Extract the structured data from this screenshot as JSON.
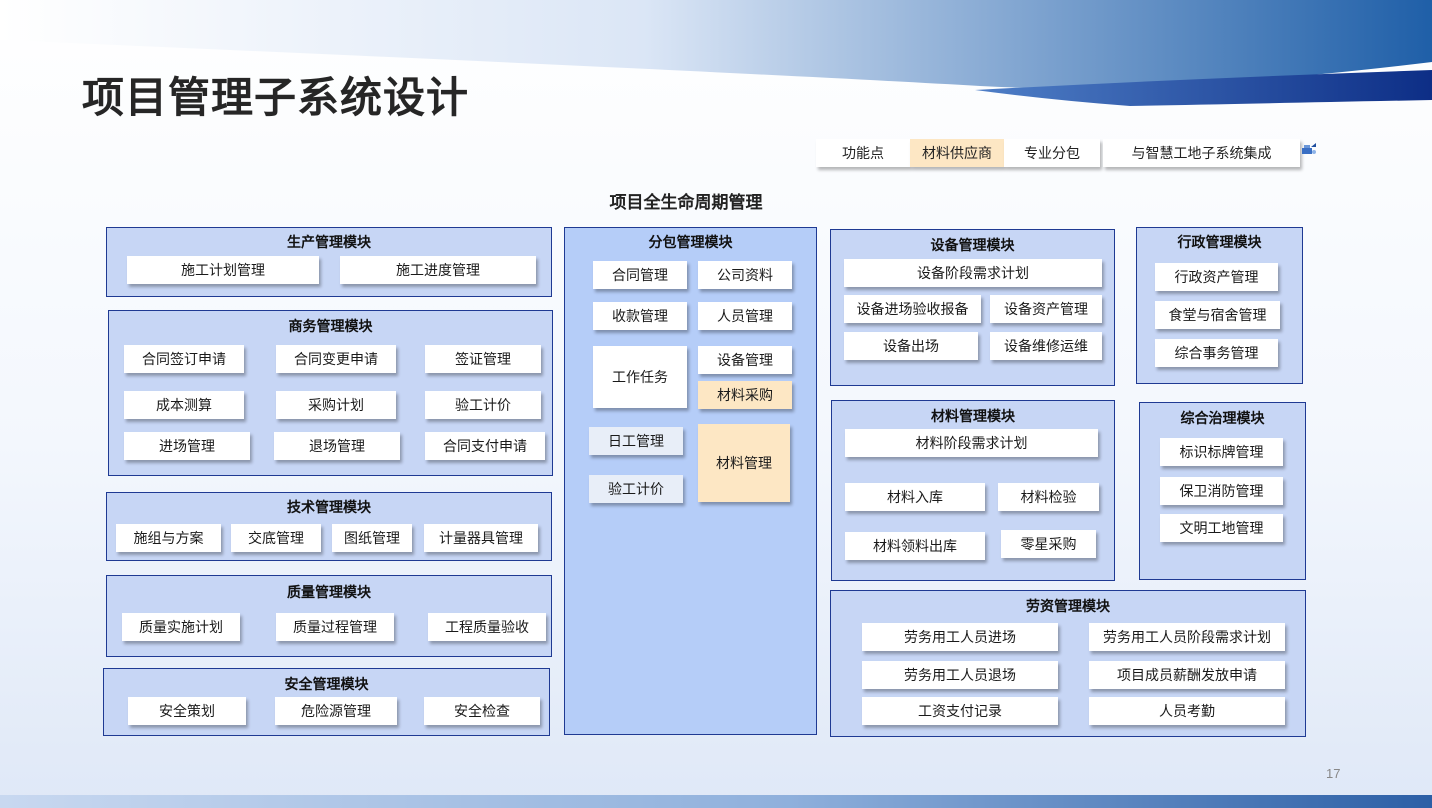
{
  "page": {
    "title": "项目管理子系统设计",
    "page_number": "17"
  },
  "legend": [
    {
      "label": "功能点"
    },
    {
      "label": "材料供应商"
    },
    {
      "label": "专业分包"
    },
    {
      "label": "与智慧工地子系统集成"
    }
  ],
  "diagram": {
    "title": "项目全生命周期管理"
  },
  "modules": {
    "production": {
      "title": "生产管理模块",
      "items": [
        "施工计划管理",
        "施工进度管理"
      ]
    },
    "business": {
      "title": "商务管理模块",
      "items": [
        "合同签订申请",
        "合同变更申请",
        "签证管理",
        "成本测算",
        "采购计划",
        "验工计价",
        "进场管理",
        "退场管理",
        "合同支付申请"
      ]
    },
    "technical": {
      "title": "技术管理模块",
      "items": [
        "施组与方案",
        "交底管理",
        "图纸管理",
        "计量器具管理"
      ]
    },
    "quality": {
      "title": "质量管理模块",
      "items": [
        "质量实施计划",
        "质量过程管理",
        "工程质量验收"
      ]
    },
    "safety": {
      "title": "安全管理模块",
      "items": [
        "安全策划",
        "危险源管理",
        "安全检查"
      ]
    },
    "subcontract": {
      "title": "分包管理模块",
      "items": [
        "合同管理",
        "公司资料",
        "收款管理",
        "人员管理",
        "工作任务",
        "设备管理",
        "材料采购",
        "日工管理",
        "材料管理",
        "验工计价"
      ]
    },
    "equipment": {
      "title": "设备管理模块",
      "items": [
        "设备阶段需求计划",
        "设备进场验收报备",
        "设备资产管理",
        "设备出场",
        "设备维修运维"
      ]
    },
    "admin": {
      "title": "行政管理模块",
      "items": [
        "行政资产管理",
        "食堂与宿舍管理",
        "综合事务管理"
      ]
    },
    "material": {
      "title": "材料管理模块",
      "items": [
        "材料阶段需求计划",
        "材料入库",
        "材料检验",
        "材料领料出库",
        "零星采购"
      ]
    },
    "governance": {
      "title": "综合治理模块",
      "items": [
        "标识标牌管理",
        "保卫消防管理",
        "文明工地管理"
      ]
    },
    "labor": {
      "title": "劳资管理模块",
      "items": [
        "劳务用工人员进场",
        "劳务用工人员阶段需求计划",
        "劳务用工人员退场",
        "项目成员薪酬发放申请",
        "工资支付记录",
        "人员考勤"
      ]
    }
  },
  "colors": {
    "module_fill": "#c7d6f5",
    "subcontract_fill": "#b5cdf8",
    "module_border": "#1f3a93",
    "function_point": "#ffffff",
    "material_supplier": "#fde7c4",
    "professional_subcontract": "#e8eef8",
    "accent": "#1f4e9e"
  }
}
